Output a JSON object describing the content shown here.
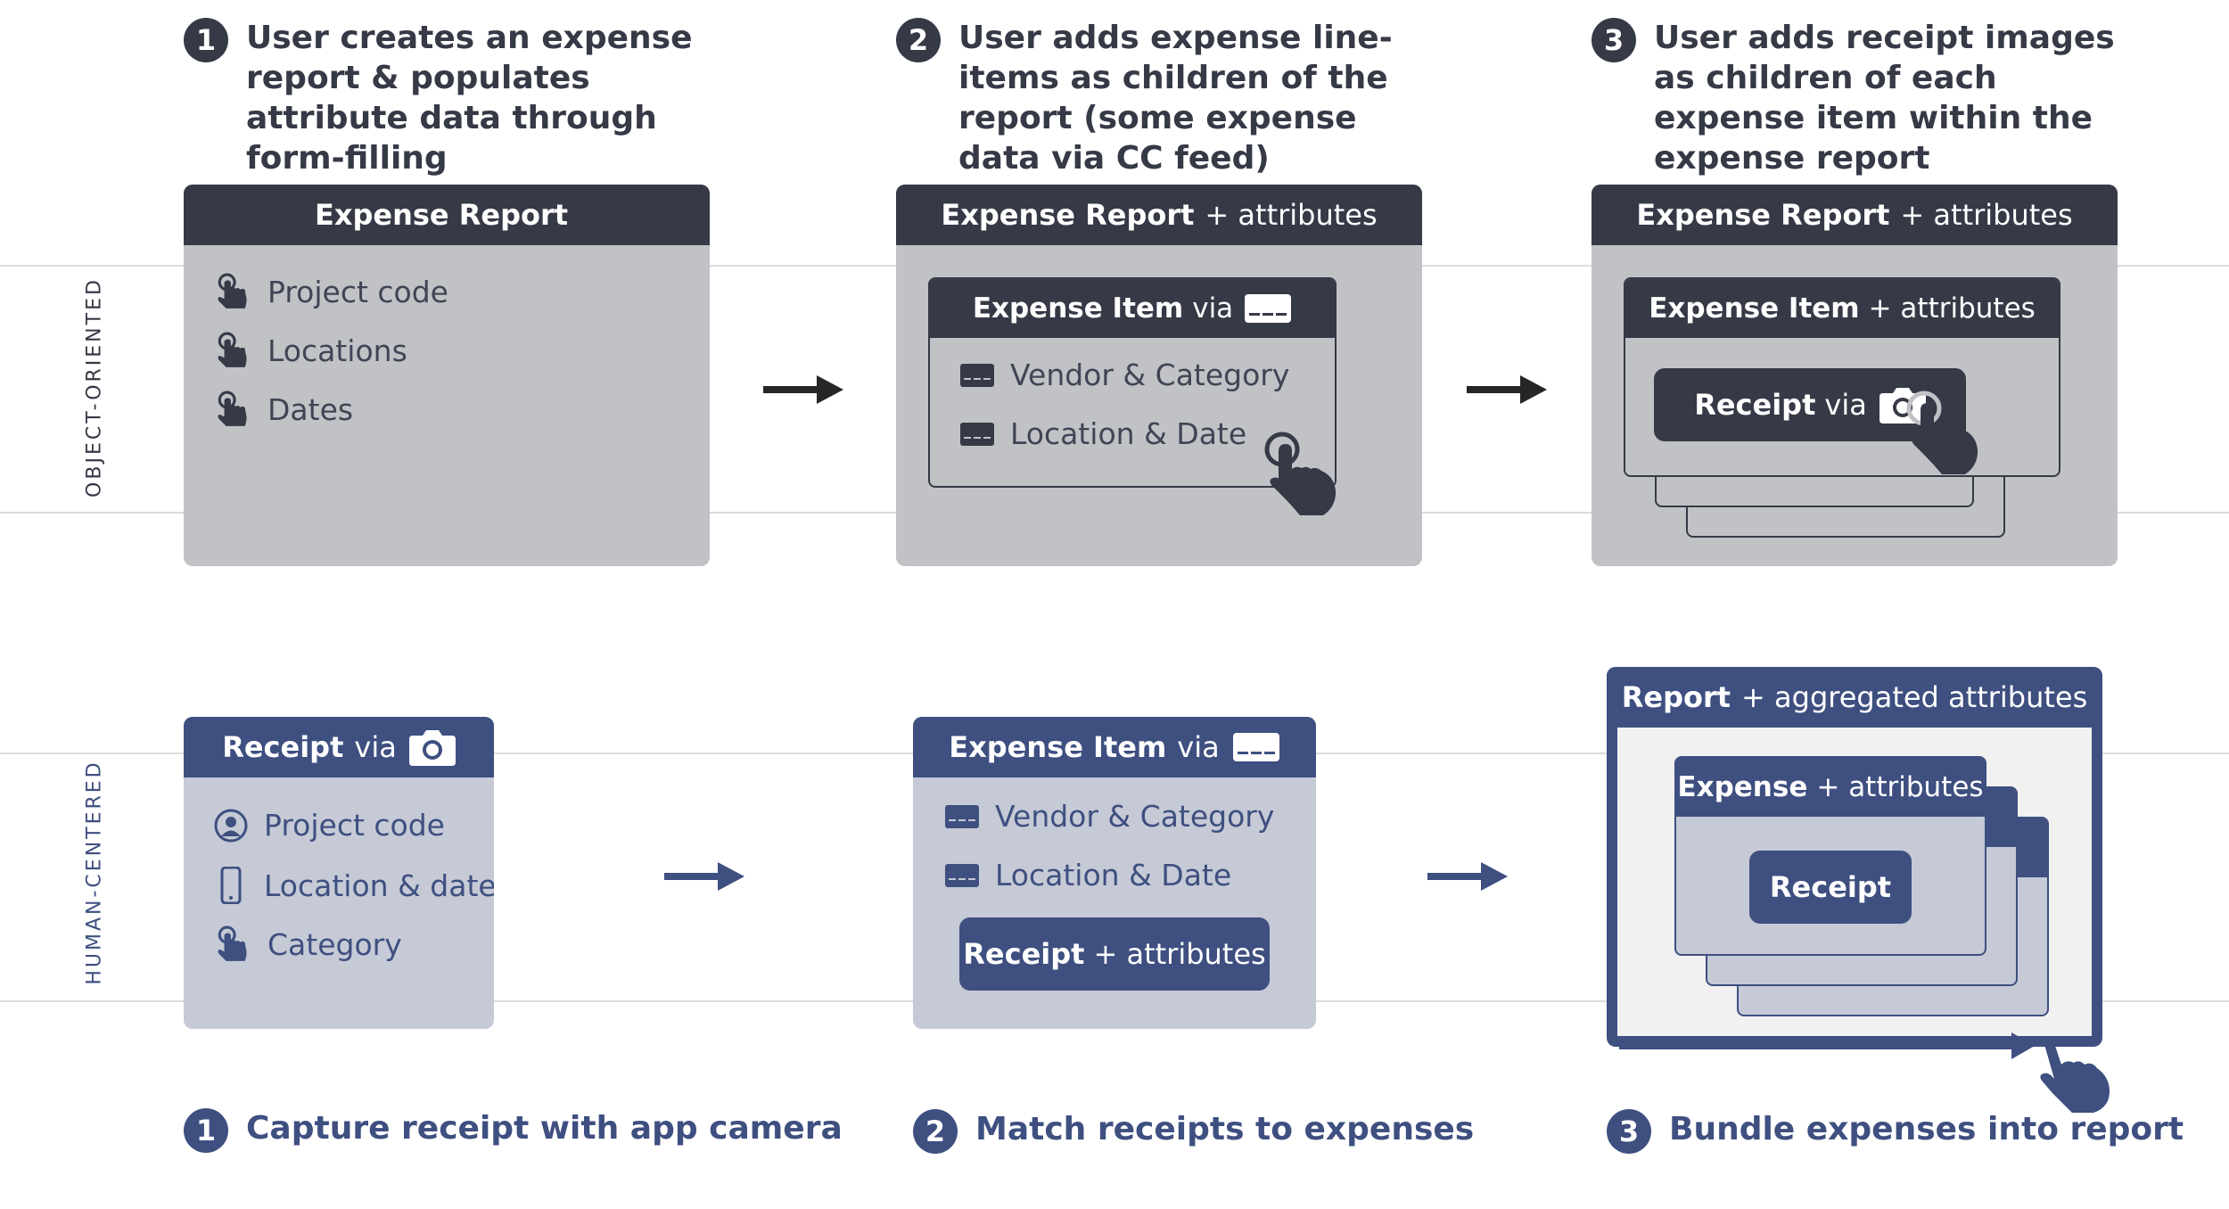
{
  "colors": {
    "dark": "#363946",
    "dark_body": "#c1c2c5",
    "navy": "#3e4f80",
    "navy_body": "#c6cad6",
    "light_bg": "#f1f1f1",
    "rule": "#dcdcdc"
  },
  "rows": {
    "top_label": "OBJECT-ORIENTED",
    "bottom_label": "HUMAN-CENTERED"
  },
  "top_steps": [
    {
      "number": "1",
      "text": "User creates an expense report & populates attribute data through form-filling"
    },
    {
      "number": "2",
      "text": "User adds expense line-items as children of the report (some expense data via CC feed)"
    },
    {
      "number": "3",
      "text": "User adds receipt images as children of each expense item within the expense report"
    }
  ],
  "bottom_steps": [
    {
      "number": "1",
      "text": "Capture receipt with app camera"
    },
    {
      "number": "2",
      "text": "Match receipts to expenses"
    },
    {
      "number": "3",
      "text": "Bundle expenses into report"
    }
  ],
  "top_panels": {
    "p1": {
      "title": "Expense Report",
      "items": [
        {
          "label": "Project code",
          "icon": "tap-hand-icon"
        },
        {
          "label": "Locations",
          "icon": "tap-hand-icon"
        },
        {
          "label": "Dates",
          "icon": "tap-hand-icon"
        }
      ]
    },
    "p2": {
      "title": "Expense Report",
      "title_suffix": "+ attributes",
      "card_title": "Expense Item",
      "card_suffix": "via",
      "card_icon": "credit-card-icon",
      "items": [
        {
          "label": "Vendor & Category",
          "icon": "credit-card-icon"
        },
        {
          "label": "Location & Date",
          "icon": "credit-card-icon"
        }
      ]
    },
    "p3": {
      "title": "Expense Report",
      "title_suffix": "+ attributes",
      "card_title": "Expense Item",
      "card_suffix": "+ attributes",
      "button_title": "Receipt",
      "button_suffix": "via",
      "button_icon": "camera-icon"
    }
  },
  "bottom_panels": {
    "p1": {
      "title": "Receipt",
      "title_suffix": "via",
      "title_icon": "camera-icon",
      "items": [
        {
          "label": "Project code",
          "icon": "user-icon"
        },
        {
          "label": "Location & date",
          "icon": "phone-icon"
        },
        {
          "label": "Category",
          "icon": "tap-hand-icon"
        }
      ]
    },
    "p2": {
      "title": "Expense Item",
      "title_suffix": "via",
      "title_icon": "credit-card-icon",
      "items": [
        {
          "label": "Vendor & Category",
          "icon": "credit-card-icon"
        },
        {
          "label": "Location & Date",
          "icon": "credit-card-icon"
        }
      ],
      "button_title": "Receipt",
      "button_suffix": "+ attributes"
    },
    "p3": {
      "title": "Report",
      "title_suffix": "+ aggregated attributes",
      "card_title": "Expense",
      "card_suffix": "+ attributes",
      "button_title": "Receipt"
    }
  }
}
